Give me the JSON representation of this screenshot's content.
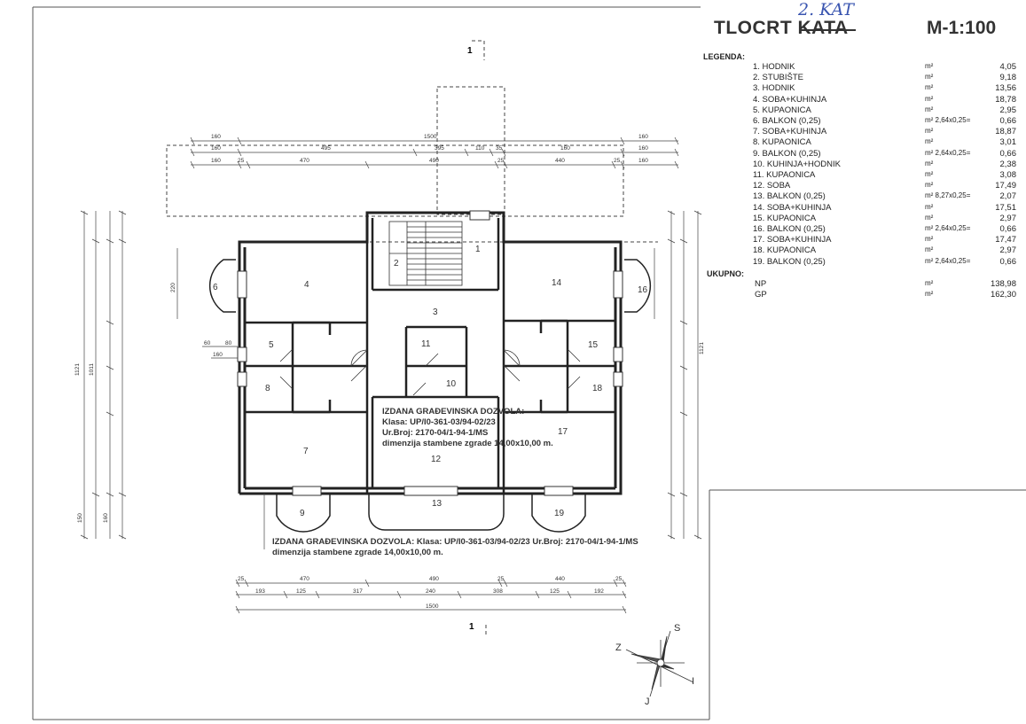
{
  "header": {
    "title": "TLOCRT KATA",
    "handwritten_note": "2. KAT",
    "scale": "M-1:100"
  },
  "legend": {
    "heading": "LEGENDA:",
    "items": [
      {
        "name": "1. HODNIK",
        "unit": "m²",
        "value": "4,05"
      },
      {
        "name": "2. STUBIŠTE",
        "unit": "m²",
        "value": "9,18"
      },
      {
        "name": "3. HODNIK",
        "unit": "m²",
        "value": "13,56"
      },
      {
        "name": "4. SOBA+KUHINJA",
        "unit": "m²",
        "value": "18,78"
      },
      {
        "name": "5. KUPAONICA",
        "unit": "m²",
        "value": "2,95"
      },
      {
        "name": "6. BALKON (0,25)",
        "unit": "m² 2,64x0,25=",
        "value": "0,66"
      },
      {
        "name": "7. SOBA+KUHINJA",
        "unit": "m²",
        "value": "18,87"
      },
      {
        "name": "8. KUPAONICA",
        "unit": "m²",
        "value": "3,01"
      },
      {
        "name": "9. BALKON (0,25)",
        "unit": "m² 2,64x0,25=",
        "value": "0,66"
      },
      {
        "name": "10. KUHINJA+HODNIK",
        "unit": "m²",
        "value": "2,38"
      },
      {
        "name": "11. KUPAONICA",
        "unit": "m²",
        "value": "3,08"
      },
      {
        "name": "12. SOBA",
        "unit": "m²",
        "value": "17,49"
      },
      {
        "name": "13. BALKON (0,25)",
        "unit": "m² 8,27x0,25=",
        "value": "2,07"
      },
      {
        "name": "14. SOBA+KUHINJA",
        "unit": "m²",
        "value": "17,51"
      },
      {
        "name": "15. KUPAONICA",
        "unit": "m²",
        "value": "2,97"
      },
      {
        "name": "16. BALKON (0,25)",
        "unit": "m² 2,64x0,25=",
        "value": "0,66"
      },
      {
        "name": "17. SOBA+KUHINJA",
        "unit": "m²",
        "value": "17,47"
      },
      {
        "name": "18. KUPAONICA",
        "unit": "m²",
        "value": "2,97"
      },
      {
        "name": "19. BALKON (0,25)",
        "unit": "m² 2,64x0,25=",
        "value": "0,66"
      }
    ]
  },
  "totals": {
    "heading": "UKUPNO:",
    "items": [
      {
        "name": "NP",
        "unit": "m²",
        "value": "138,98"
      },
      {
        "name": "GP",
        "unit": "m²",
        "value": "162,30"
      }
    ]
  },
  "permit": {
    "line1": "IZDANA GRAĐEVINSKA DOZVOLA:",
    "line2": "Klasa: UP/I0-361-03/94-02/23",
    "line3": "Ur.Broj: 2170-04/1-94-1/MS",
    "line4": "dimenzija stambene zgrade 14,00x10,00 m."
  },
  "permit_bottom": {
    "line1": "IZDANA GRAĐEVINSKA DOZVOLA: Klasa: UP/I0-361-03/94-02/23 Ur.Broj: 2170-04/1-94-1/MS",
    "line2": "dimenzija stambene zgrade 14,00x10,00 m."
  },
  "section_marks": {
    "top": "1",
    "bottom": "1"
  },
  "rooms": [
    "1",
    "2",
    "3",
    "4",
    "5",
    "6",
    "7",
    "8",
    "9",
    "10",
    "11",
    "12",
    "13",
    "14",
    "15",
    "16",
    "17",
    "18",
    "19"
  ],
  "compass": {
    "s": "S",
    "z": "Z",
    "i": "I",
    "j": "J"
  },
  "dimensions": {
    "top_row1": [
      "160",
      "1500",
      "160"
    ],
    "top_row2": [
      "160",
      "495",
      "395",
      "110",
      "35",
      "160",
      "160"
    ],
    "top_row3": [
      "160",
      "25",
      "470",
      "490",
      "25",
      "440",
      "25",
      "160"
    ],
    "bottom_row1": [
      "25",
      "470",
      "490",
      "25",
      "440",
      "25"
    ],
    "bottom_row2": [
      "193",
      "125",
      "317",
      "240",
      "308",
      "125",
      "192"
    ],
    "bottom_total": "1500",
    "left_total": "1121",
    "left_inner": "1011",
    "right_total": "1121",
    "left_small": [
      "60",
      "80",
      "160",
      "220",
      "150",
      "160"
    ]
  }
}
